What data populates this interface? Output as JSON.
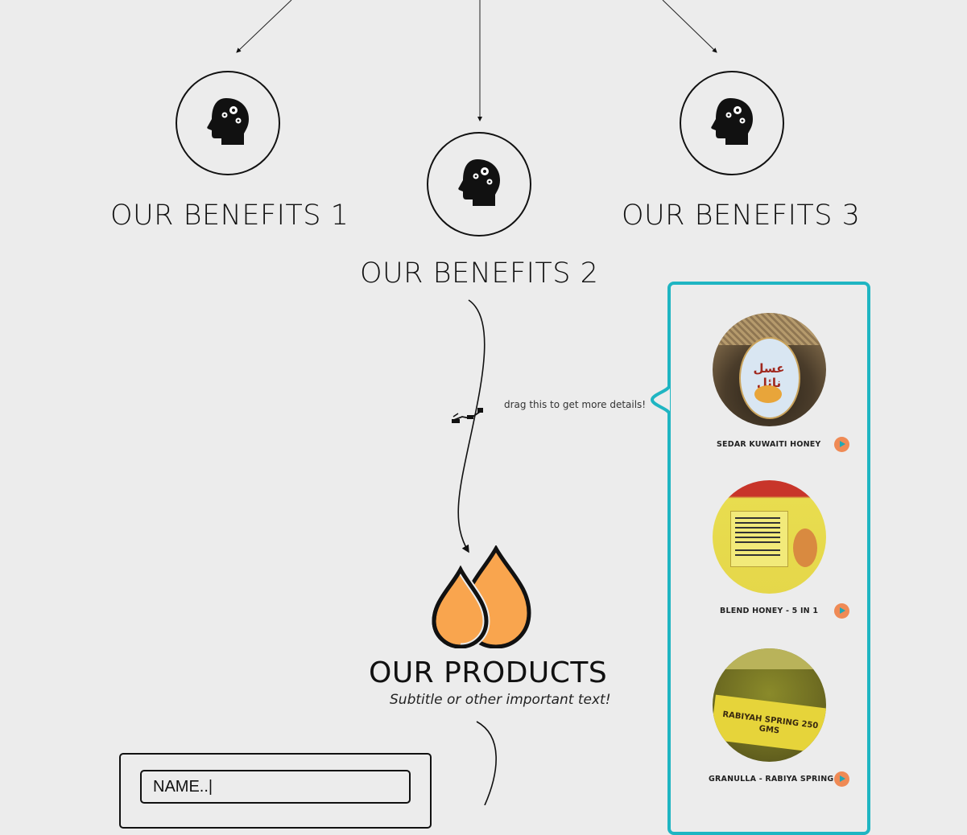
{
  "benefits": [
    {
      "title": "OUR BENEFITS 1",
      "icon": "head-gears-icon"
    },
    {
      "title": "OUR BENEFITS 2",
      "icon": "head-gears-icon"
    },
    {
      "title": "OUR BENEFITS 3",
      "icon": "head-gears-icon"
    }
  ],
  "drag_hint": "drag this to get more details!",
  "products_section": {
    "title": "OUR PRODUCTS",
    "subtitle": "Subtitle or other important text!",
    "icon": "honey-drops-icon"
  },
  "products": [
    {
      "name": "SEDAR KUWAITI HONEY",
      "label_text": "عسل نائل"
    },
    {
      "name": "BLEND HONEY - 5 IN 1"
    },
    {
      "name": "GRANULLA - RABIYA SPRING",
      "label_text": "RABIYAH SPRING 250 GMS"
    }
  ],
  "form": {
    "name_placeholder": "NAME..|"
  },
  "colors": {
    "accent": "#1fb5c2",
    "honey": "#f9a54e",
    "play_button": "#ef8a55",
    "background": "#ececec"
  }
}
